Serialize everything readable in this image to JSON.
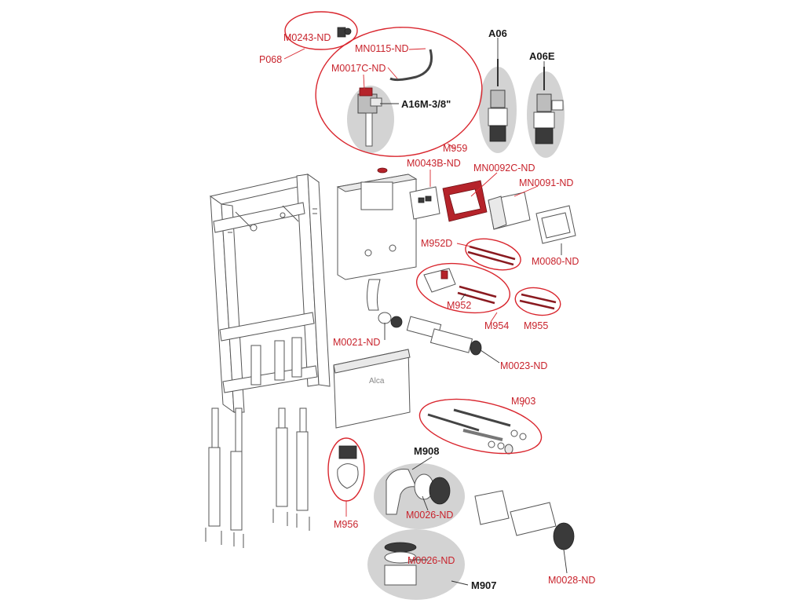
{
  "labels": {
    "m0243": "M0243-ND",
    "p068": "P068",
    "mn0115": "MN0115-ND",
    "m0017c": "M0017C-ND",
    "a16m": "A16M-3/8\"",
    "m959": "M959",
    "a06": "A06",
    "a06e": "A06E",
    "m0043b": "M0043B-ND",
    "mn0092c": "MN0092C-ND",
    "mn0091": "MN0091-ND",
    "m952d": "M952D",
    "m0080": "M0080-ND",
    "m952": "M952",
    "m954": "M954",
    "m955": "M955",
    "m0021": "M0021-ND",
    "m0023": "M0023-ND",
    "m903": "M903",
    "m908": "M908",
    "m0026a": "M0026-ND",
    "m956": "M956",
    "m0026b": "M0026-ND",
    "m907": "M907",
    "m0028": "M0028-ND",
    "brand": "Alca"
  },
  "colors": {
    "highlight_ring": "#d9262e",
    "part_label": "#c8232c",
    "assembly_label": "#1a1a1a",
    "group_shading": "#d3d3d3"
  }
}
